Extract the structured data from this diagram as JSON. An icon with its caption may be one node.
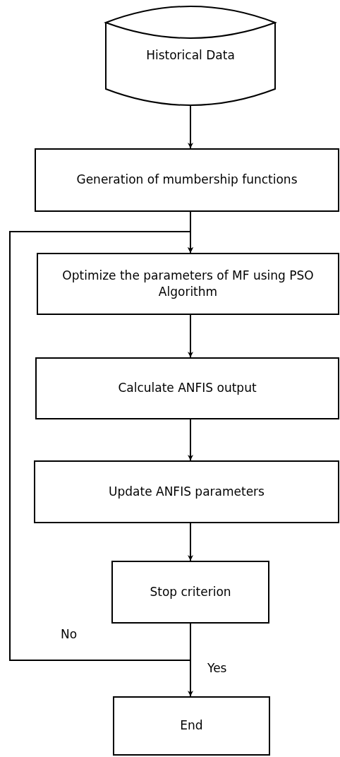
{
  "diagram": {
    "nodes": [
      {
        "text": [
          "Historical Data"
        ]
      },
      {
        "text": [
          "Generation of mumbership functions"
        ]
      },
      {
        "text": [
          "Optimize the parameters of MF using PSO Algorithm"
        ]
      },
      {
        "text": [
          "Calculate ANFIS output"
        ]
      },
      {
        "text": [
          "Update ANFIS parameters"
        ]
      },
      {
        "text": [
          "Stop criterion"
        ]
      },
      {
        "text": [
          "End"
        ]
      }
    ],
    "edges": [
      {
        "from": 0,
        "to": 1,
        "arrow": "to"
      },
      {
        "from": 1,
        "to": 2,
        "arrow": "to"
      },
      {
        "from": 2,
        "to": 3,
        "arrow": "to"
      },
      {
        "from": 3,
        "to": 4,
        "arrow": "to"
      },
      {
        "from": 4,
        "to": 5,
        "arrow": "to"
      },
      {
        "from": 5,
        "to": 6,
        "arrow": "to",
        "label": "Yes"
      },
      {
        "from": 5,
        "to": 2,
        "arrow": "to",
        "label": "No"
      }
    ]
  }
}
